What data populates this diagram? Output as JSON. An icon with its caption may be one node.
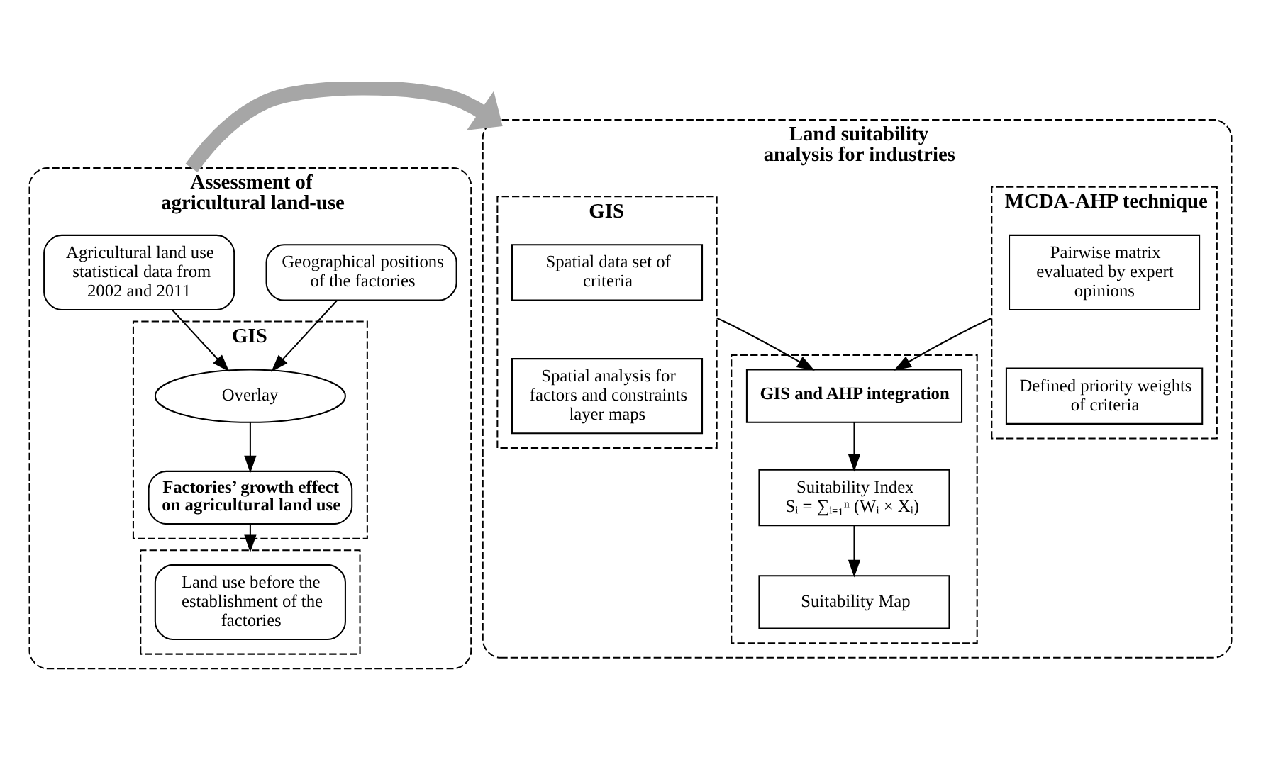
{
  "diagram": {
    "nodes": [
      {
        "text": [
          "Assessment of agricultural land-use"
        ]
      },
      {
        "text": [
          "Agricultural land use statistical data from 2002 and 2011"
        ],
        "in": 0
      },
      {
        "text": [
          "Geographical positions of the factories"
        ],
        "in": 0
      },
      {
        "text": [
          "GIS"
        ],
        "in": 0
      },
      {
        "text": [
          "Overlay"
        ],
        "in": 3
      },
      {
        "text": [
          "Factories’ growth effect on agricultural land use"
        ],
        "in": 3
      },
      {
        "text": [],
        "shape": "box",
        "in": 0
      },
      {
        "text": [
          "Land use before the establishment of the factories"
        ],
        "in": 6
      },
      {
        "text": [
          "Land suitability analysis for industries"
        ]
      },
      {
        "text": [
          "GIS"
        ],
        "in": 8
      },
      {
        "text": [
          "Spatial data set of criteria"
        ],
        "in": 9
      },
      {
        "text": [
          "Spatial analysis for factors and constraints layer maps"
        ],
        "in": 9
      },
      {
        "text": [
          "MCDA-AHP technique"
        ],
        "in": 8
      },
      {
        "text": [
          "Pairwise matrix evaluated by expert opinions"
        ],
        "in": 12
      },
      {
        "text": [
          "Defined priority weights of criteria"
        ],
        "in": 12
      },
      {
        "text": [],
        "shape": "box",
        "in": 8
      },
      {
        "text": [
          "GIS and AHP integration"
        ],
        "in": 15
      },
      {
        "text": [
          "Suitability Index",
          "Sᵢ = ∑ᵢ₌₁ⁿ (Wᵢ × Xᵢ)"
        ],
        "in": 15
      },
      {
        "text": [
          "Suitability Map"
        ],
        "in": 15
      }
    ],
    "edges": [
      {
        "from": 1,
        "to": 4,
        "arrow": "to"
      },
      {
        "from": 2,
        "to": 4,
        "arrow": "to"
      },
      {
        "from": 4,
        "to": 5,
        "arrow": "to"
      },
      {
        "from": 5,
        "to": 6,
        "arrow": "to"
      },
      {
        "from": 0,
        "to": 8,
        "arrow": "to",
        "style": "thick",
        "color": "#a6a6a6"
      },
      {
        "from": 9,
        "to": 16,
        "arrow": "to"
      },
      {
        "from": 12,
        "to": 16,
        "arrow": "to"
      },
      {
        "from": 16,
        "to": 17,
        "arrow": "to"
      },
      {
        "from": 17,
        "to": 18,
        "arrow": "to"
      }
    ]
  }
}
